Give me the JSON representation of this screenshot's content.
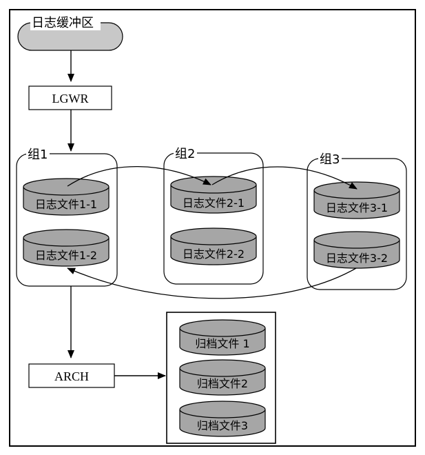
{
  "log_buffer": {
    "label": "日志缓冲区"
  },
  "lgwr": {
    "label": "LGWR"
  },
  "arch": {
    "label": "ARCH"
  },
  "groups": [
    {
      "label": "组1",
      "files": [
        "日志文件1-1",
        "日志文件1-2"
      ]
    },
    {
      "label": "组2",
      "files": [
        "日志文件2-1",
        "日志文件2-2"
      ]
    },
    {
      "label": "组3",
      "files": [
        "日志文件3-1",
        "日志文件3-2"
      ]
    }
  ],
  "archives": [
    "归档文件 1",
    "归档文件2",
    "归档文件3"
  ],
  "colors": {
    "disk_fill": "#a6a6a6",
    "terminator_fill": "#c8c8c8",
    "line": "#000000"
  }
}
